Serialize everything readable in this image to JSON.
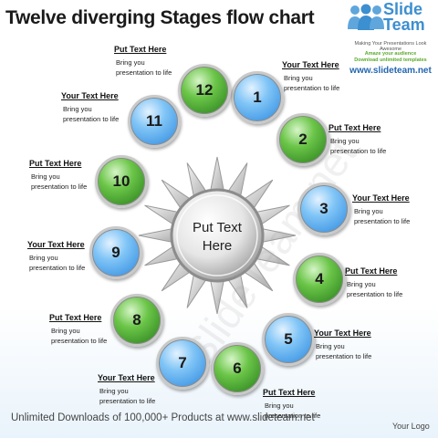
{
  "title": "Twelve diverging Stages flow chart",
  "logo": {
    "brand_line1": "Slide",
    "brand_line2": "Team",
    "tagline": "Making Your Presentations Look Awesome",
    "promo1": "Amaze your audience",
    "promo2": "Download unlimited templates",
    "url": "www.slideteam.net"
  },
  "center": {
    "line1": "Put Text",
    "line2": "Here"
  },
  "watermark": "SlideTeam.net",
  "stages": [
    {
      "number": "1",
      "color": "blue",
      "heading": "Your Text Here",
      "body": "Bring you presentation to life"
    },
    {
      "number": "2",
      "color": "green",
      "heading": "Put Text Here",
      "body": "Bring you presentation to life"
    },
    {
      "number": "3",
      "color": "blue",
      "heading": "Your Text Here",
      "body": "Bring you presentation to life"
    },
    {
      "number": "4",
      "color": "green",
      "heading": "Put Text Here",
      "body": "Bring you presentation to life"
    },
    {
      "number": "5",
      "color": "blue",
      "heading": "Your Text Here",
      "body": "Bring you presentation to life"
    },
    {
      "number": "6",
      "color": "green",
      "heading": "Put Text Here",
      "body": "Bring you presentation to life"
    },
    {
      "number": "7",
      "color": "blue",
      "heading": "Your Text Here",
      "body": "Bring you presentation to life"
    },
    {
      "number": "8",
      "color": "green",
      "heading": "Put Text Here",
      "body": "Bring you presentation to life"
    },
    {
      "number": "9",
      "color": "blue",
      "heading": "Your Text Here",
      "body": "Bring you presentation to life"
    },
    {
      "number": "10",
      "color": "green",
      "heading": "Put Text Here",
      "body": "Bring you presentation to life"
    },
    {
      "number": "11",
      "color": "blue",
      "heading": "Your Text Here",
      "body": "Bring you presentation to life"
    },
    {
      "number": "12",
      "color": "green",
      "heading": "Put Text Here",
      "body": "Bring you presentation to life"
    }
  ],
  "footer": "Unlimited Downloads of 100,000+ Products at www.slideteam.net",
  "your_logo": "Your Logo",
  "colors": {
    "blue": "#2a86de",
    "green": "#237a18",
    "title": "#1a1a1a",
    "brand": "#3c8fd0"
  }
}
